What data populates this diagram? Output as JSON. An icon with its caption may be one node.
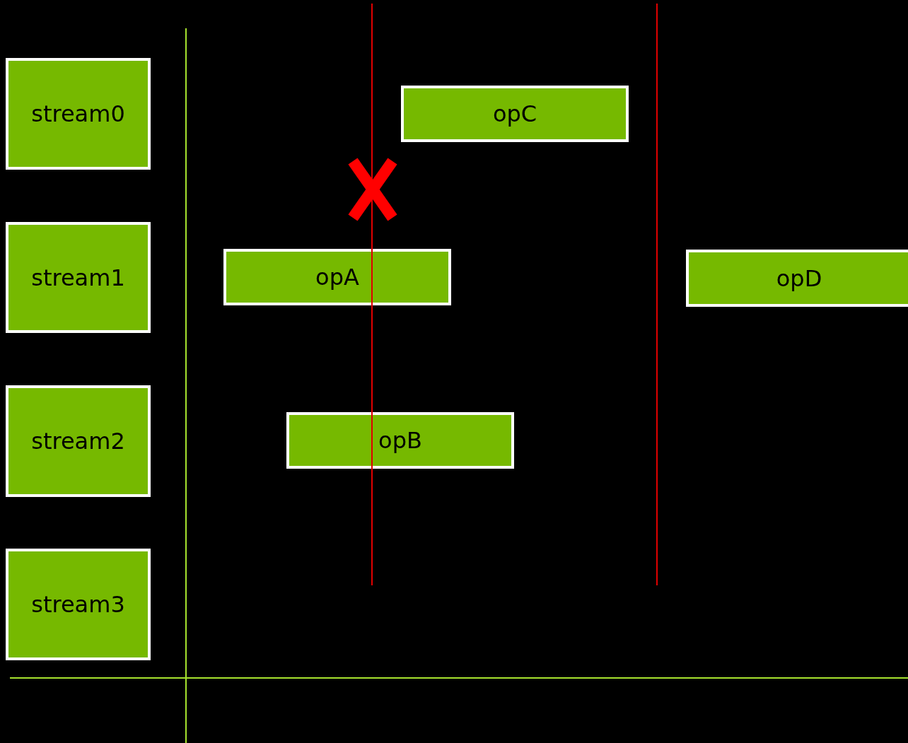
{
  "diagram": {
    "nodes": [
      {
        "text": [
          "stream0"
        ]
      },
      {
        "text": [
          "opC"
        ]
      },
      {
        "text": [
          "stream1"
        ]
      },
      {
        "text": [
          "opA"
        ]
      },
      {
        "text": [
          "opD"
        ]
      },
      {
        "text": [
          "stream2"
        ]
      },
      {
        "text": [
          "opB"
        ]
      },
      {
        "text": [
          "stream3"
        ]
      }
    ]
  }
}
